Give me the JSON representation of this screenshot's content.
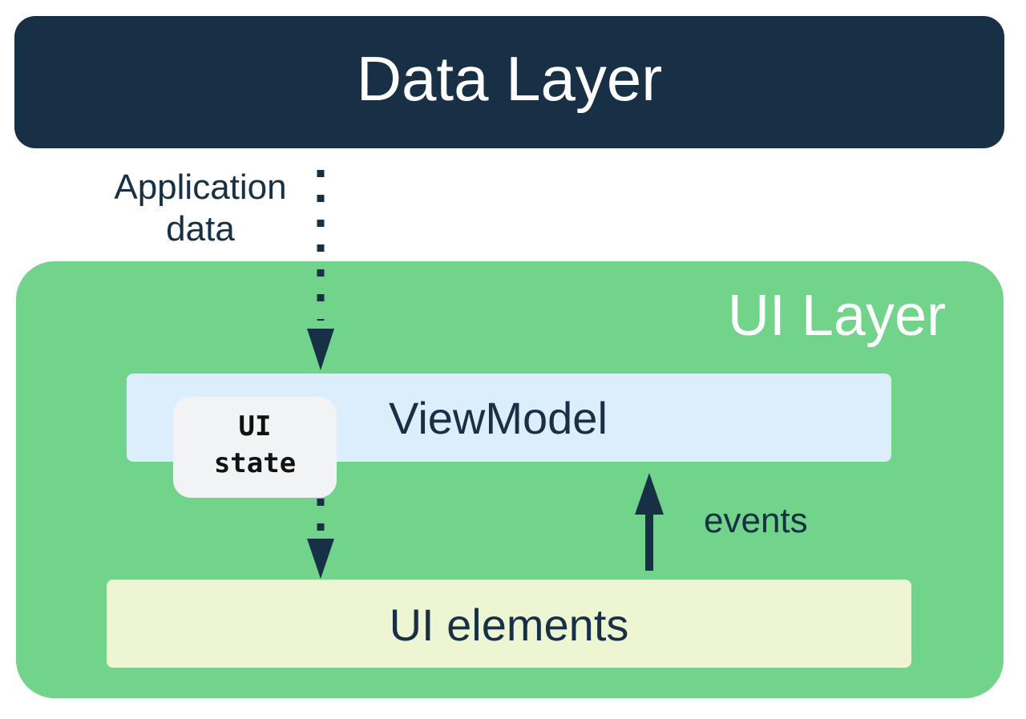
{
  "data_layer": {
    "title": "Data Layer"
  },
  "application_data": {
    "line1": "Application",
    "line2": "data"
  },
  "ui_layer": {
    "title": "UI Layer"
  },
  "viewmodel": {
    "label": "ViewModel"
  },
  "ui_state": {
    "line1": "UI",
    "line2": "state"
  },
  "ui_elements": {
    "label": "UI elements"
  },
  "events": {
    "label": "events"
  },
  "colors": {
    "data_layer_bg": "#173046",
    "ui_layer_bg": "#72d38b",
    "viewmodel_bg": "#dcedfb",
    "ui_state_bg": "#f1f3f4",
    "ui_elements_bg": "#eef5d3",
    "arrow": "#173046"
  }
}
